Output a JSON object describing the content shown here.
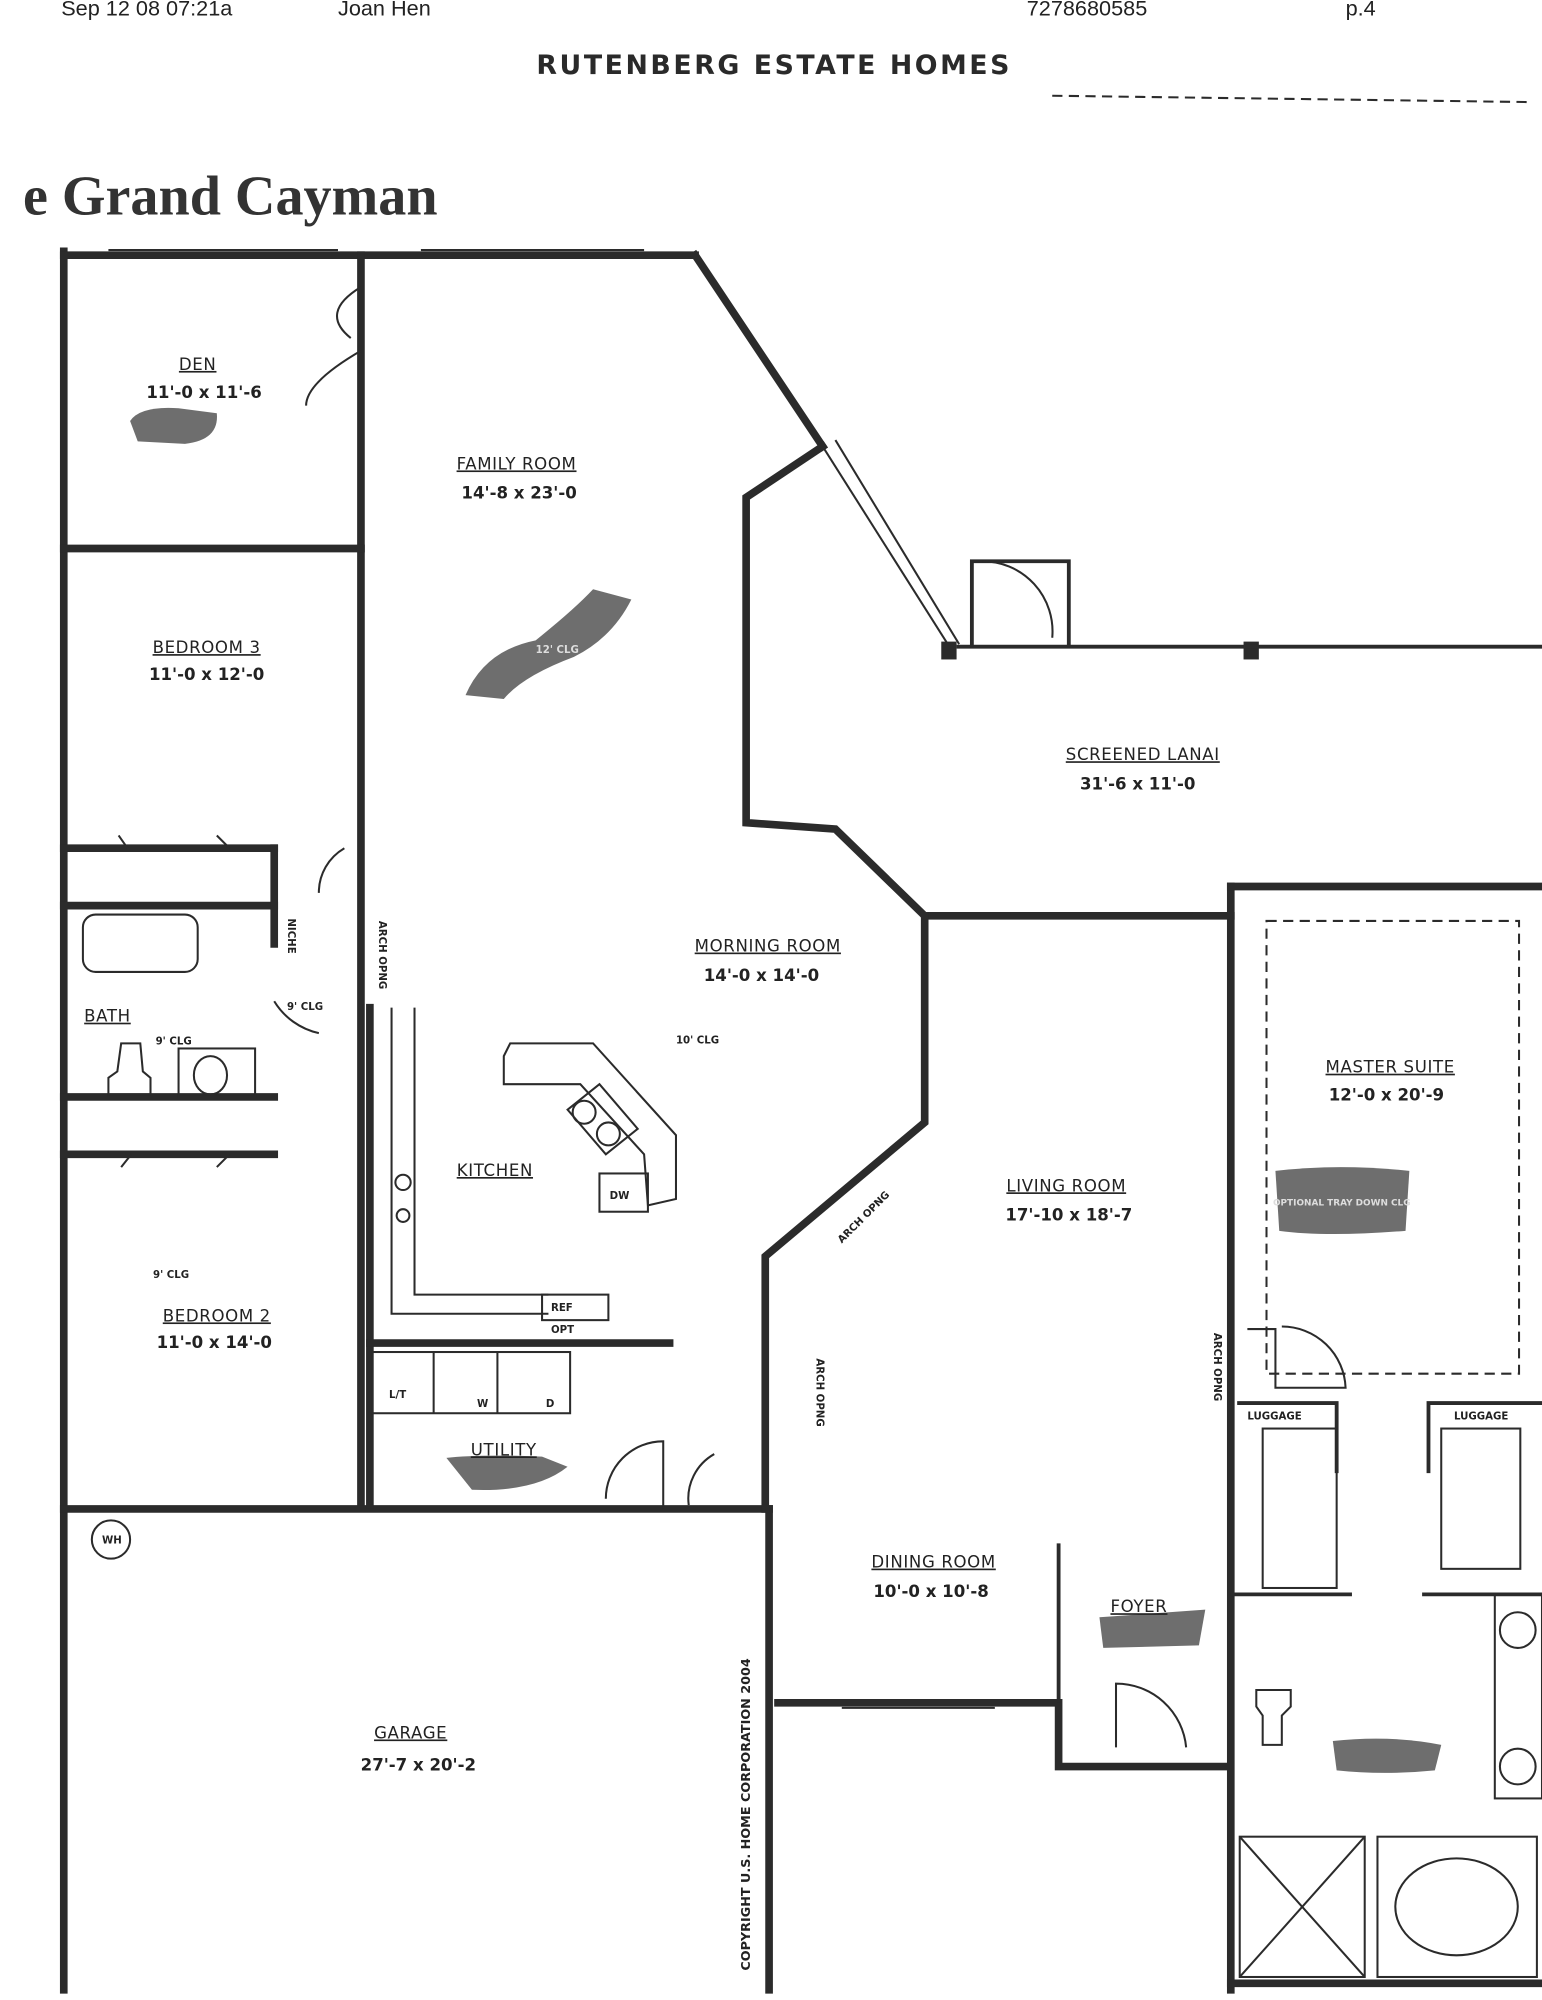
{
  "fax_header": {
    "datetime": "Sep 12 08 07:21a",
    "sender": "Joan Hen",
    "phone": "7278680585",
    "page": "p.4"
  },
  "brand": "RUTENBERG ESTATE HOMES",
  "model_name": "e Grand Cayman",
  "rooms": {
    "den": {
      "name": "DEN",
      "size": "11'-0 x 11'-6"
    },
    "family_room": {
      "name": "FAMILY ROOM",
      "size": "14'-8 x 23'-0",
      "ceiling": "12' CLG"
    },
    "bedroom3": {
      "name": "BEDROOM 3",
      "size": "11'-0 x 12'-0"
    },
    "screened_lanai": {
      "name": "SCREENED LANAI",
      "size": "31'-6 x 11'-0"
    },
    "morning_room": {
      "name": "MORNING ROOM",
      "size": "14'-0 x 14'-0",
      "ceiling": "10' CLG"
    },
    "master_suite": {
      "name": "MASTER SUITE",
      "size": "12'-0 x 20'-9",
      "ceiling": "OPTIONAL TRAY DOWN CLG"
    },
    "bath": {
      "name": "BATH",
      "ceiling": "9' CLG"
    },
    "hall": {
      "ceiling": "9' CLG"
    },
    "kitchen": {
      "name": "KITCHEN"
    },
    "living_room": {
      "name": "LIVING ROOM",
      "size": "17'-10 x 18'-7"
    },
    "bedroom2": {
      "name": "BEDROOM 2",
      "size": "11'-0 x 14'-0",
      "ceiling": "9' CLG"
    },
    "utility": {
      "name": "UTILITY"
    },
    "dining_room": {
      "name": "DINING ROOM",
      "size": "10'-0 x 10'-8"
    },
    "foyer": {
      "name": "FOYER"
    },
    "garage": {
      "name": "GARAGE",
      "size": "27'-7 x 20'-2"
    }
  },
  "fixtures": {
    "niche": "NICHE",
    "arch_opening": "ARCH OPNG",
    "ref": "REF",
    "opt": "OPT",
    "laundry_tub": "L/T",
    "washer": "W",
    "dryer": "D",
    "dishwasher": "DW",
    "water_heater": "WH",
    "luggage": "LUGGAGE"
  },
  "copyright": "COPYRIGHT U.S. HOME CORPORATION 2004"
}
